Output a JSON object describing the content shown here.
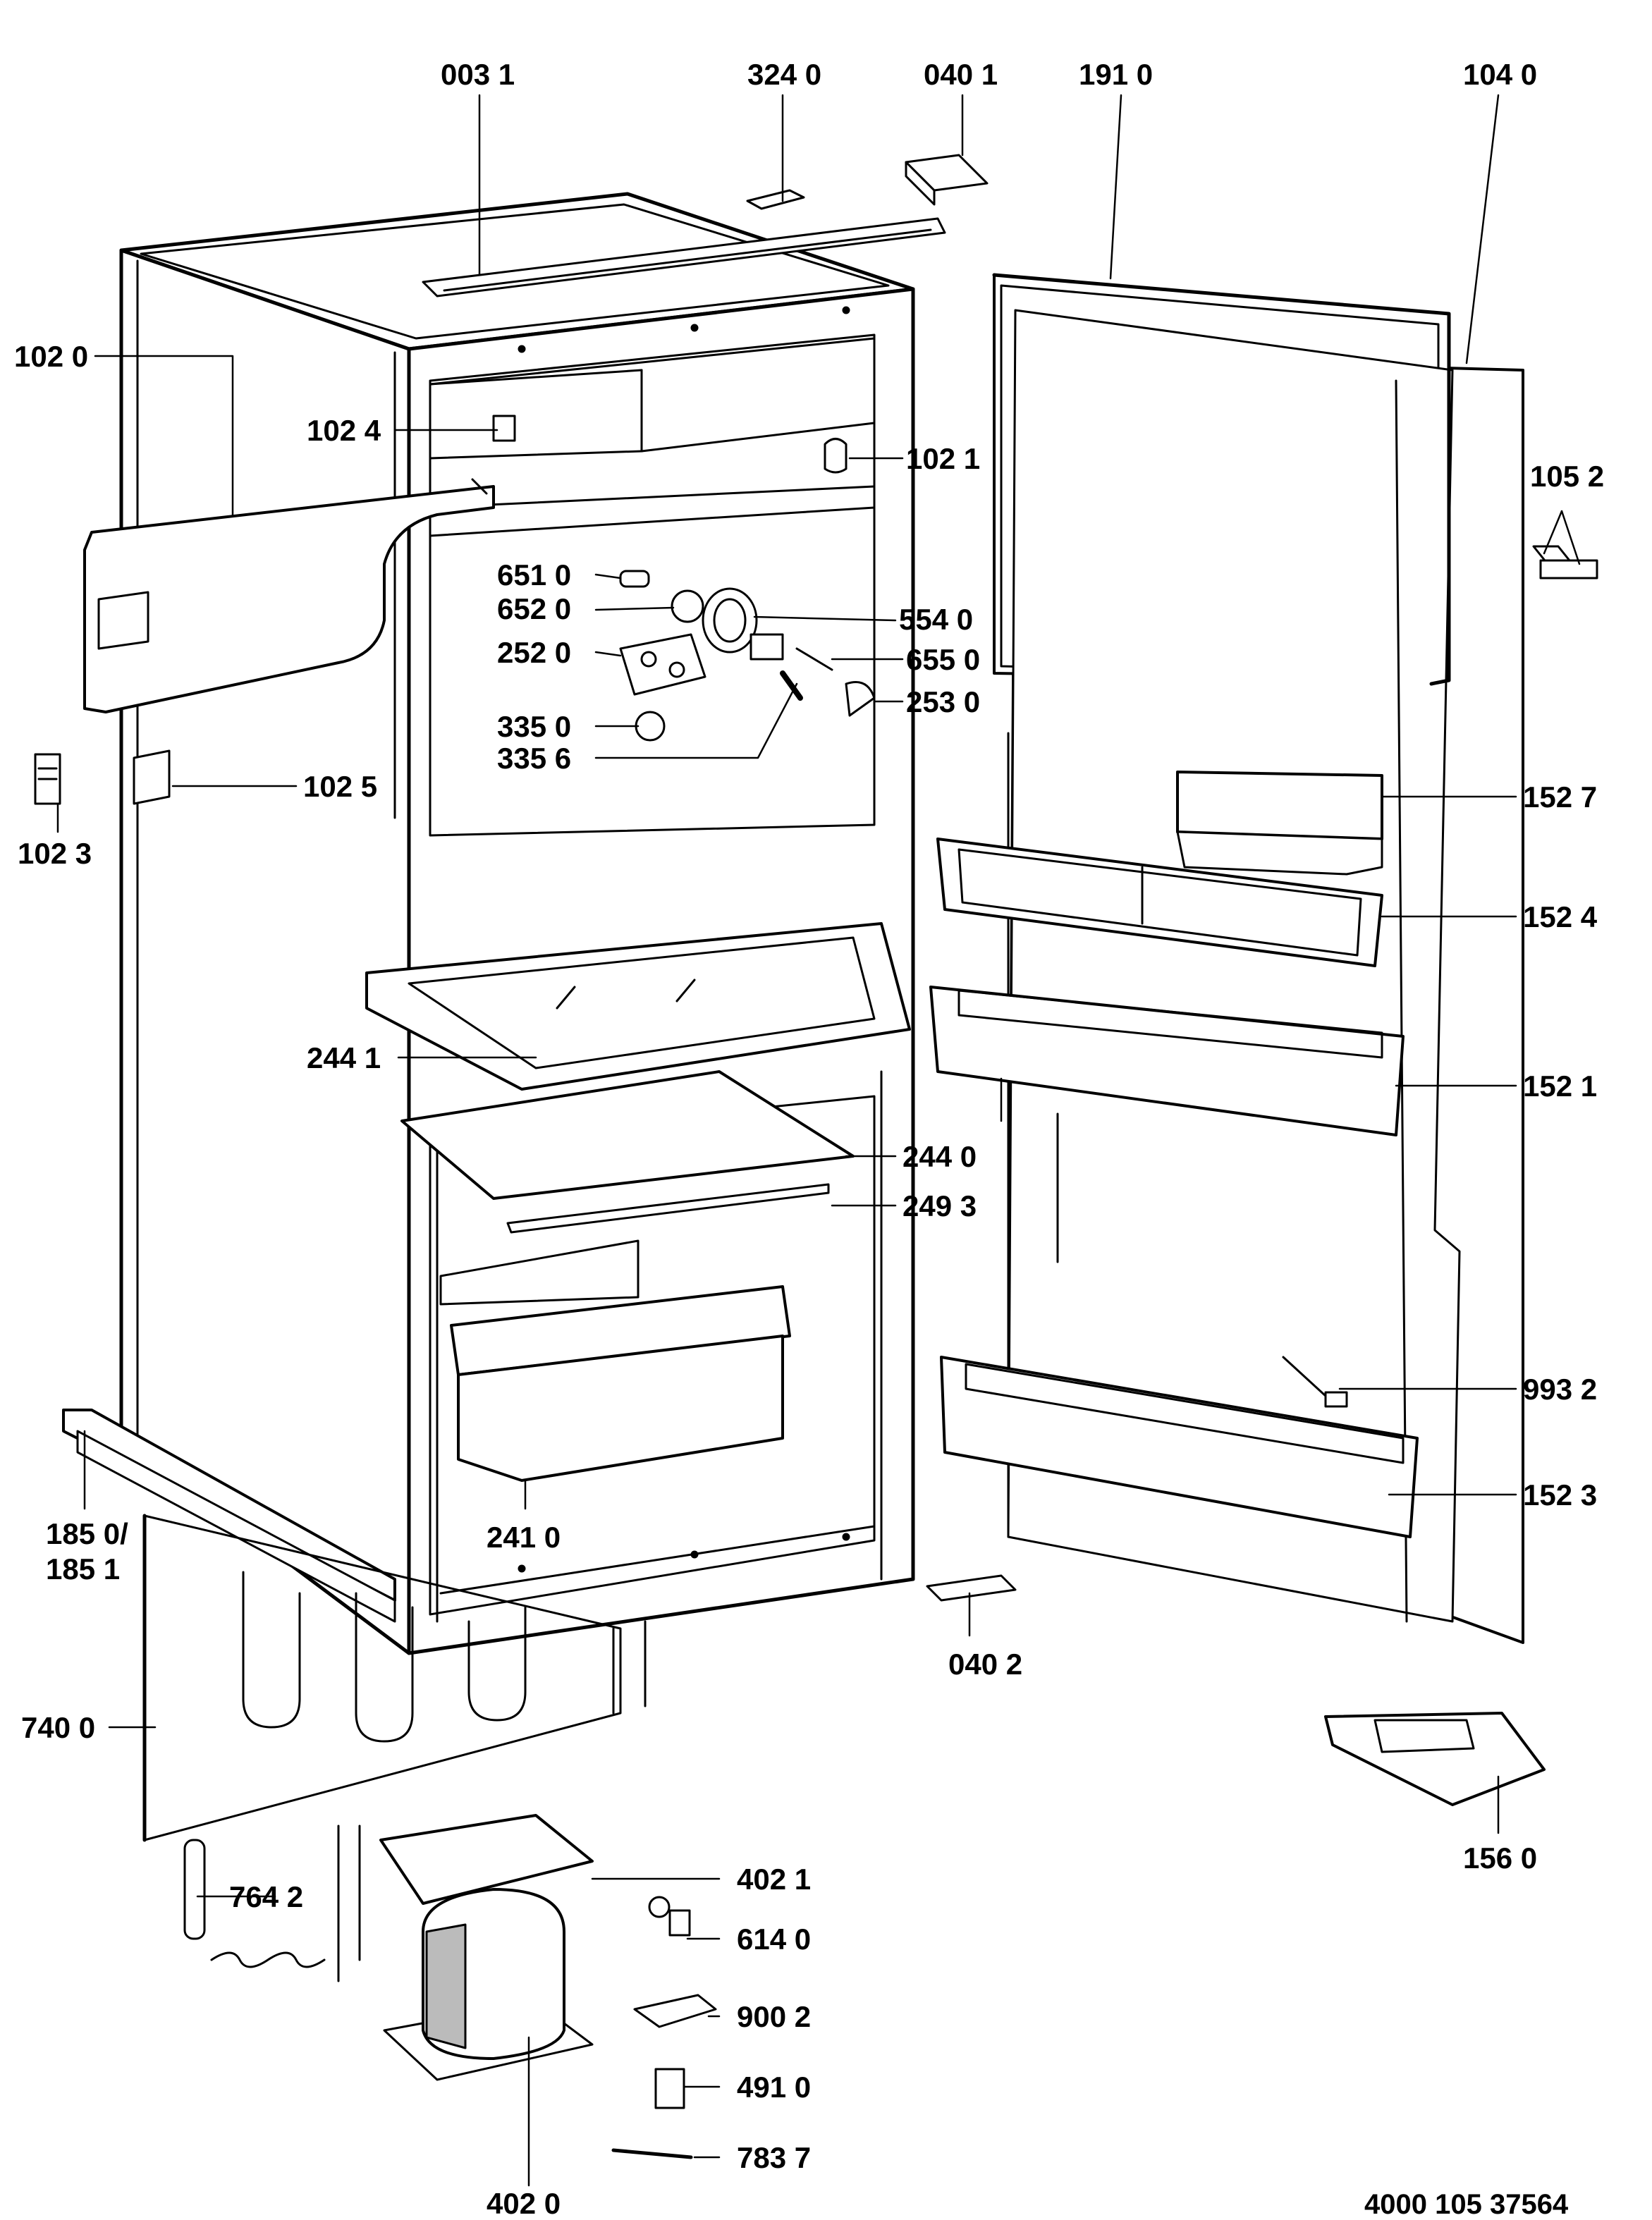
{
  "document_number": "4000 105 37564",
  "labels": {
    "l0031": "003 1",
    "l3240": "324 0",
    "l0401": "040 1",
    "l1910": "191 0",
    "l1040": "104 0",
    "l1020": "102 0",
    "l1024": "102 4",
    "l1021": "102 1",
    "l1052": "105 2",
    "l6510": "651 0",
    "l6520": "652 0",
    "l5540": "554 0",
    "l2520": "252 0",
    "l6550": "655 0",
    "l2530": "253 0",
    "l3350": "335 0",
    "l3356": "335 6",
    "l1025": "102 5",
    "l1023": "102 3",
    "l1527": "152 7",
    "l1524": "152 4",
    "l2441": "244 1",
    "l1521": "152 1",
    "l2440": "244 0",
    "l2493": "249 3",
    "l9932": "993 2",
    "l1523": "152 3",
    "l2410": "241 0",
    "l1850": "185 0/",
    "l1851": "185 1",
    "l0402": "040 2",
    "l7400": "740 0",
    "l1560": "156 0",
    "l7642": "764 2",
    "l4021": "402 1",
    "l6140": "614 0",
    "l9002": "900 2",
    "l4910": "491 0",
    "l7837": "783 7",
    "l4020": "402 0"
  }
}
